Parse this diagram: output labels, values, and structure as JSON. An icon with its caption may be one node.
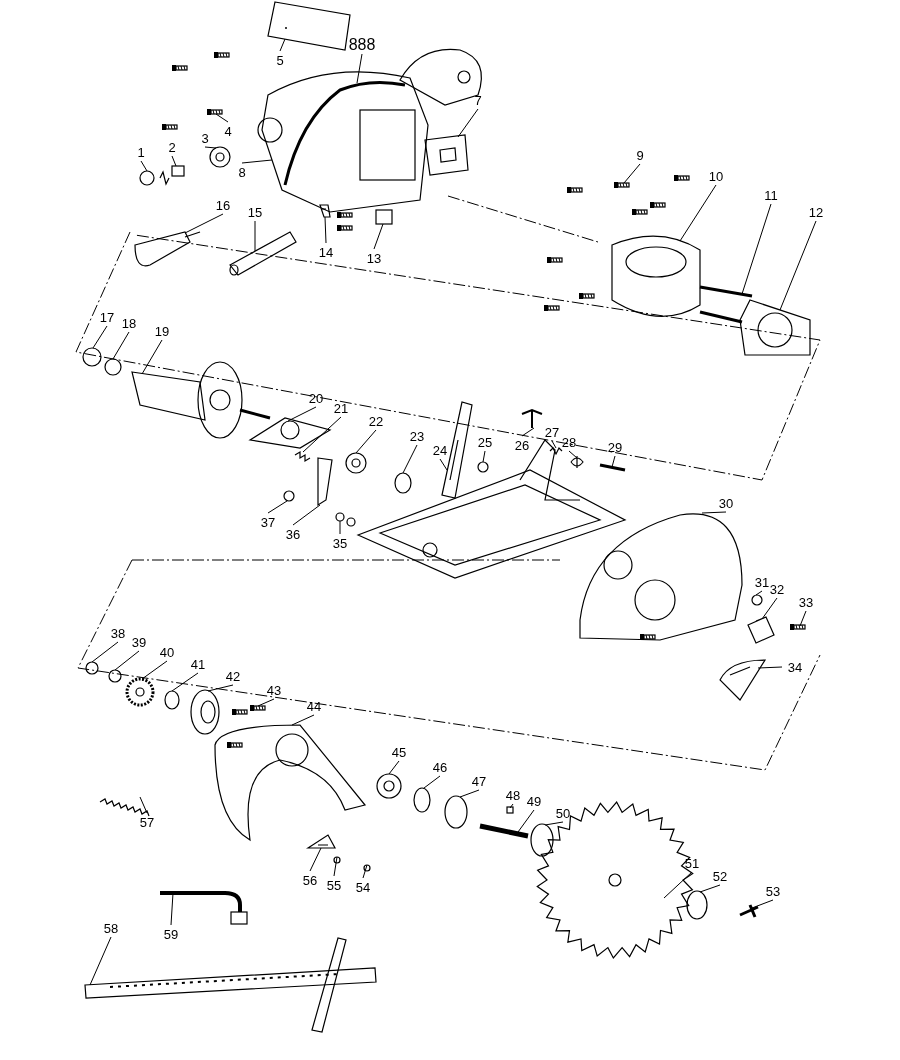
{
  "diagram": {
    "nodes": [
      {
        "text": [
          "1"
        ]
      },
      {
        "text": [
          "2"
        ]
      },
      {
        "text": [
          "3"
        ]
      },
      {
        "text": [
          "4"
        ]
      },
      {
        "text": [
          "5"
        ]
      },
      {
        "text": [
          "7"
        ]
      },
      {
        "text": [
          "8"
        ]
      },
      {
        "text": [
          "9"
        ]
      },
      {
        "text": [
          "10"
        ]
      },
      {
        "text": [
          "11"
        ]
      },
      {
        "text": [
          "12"
        ]
      },
      {
        "text": [
          "13"
        ]
      },
      {
        "text": [
          "14"
        ]
      },
      {
        "text": [
          "15"
        ]
      },
      {
        "text": [
          "16"
        ]
      },
      {
        "text": [
          "17"
        ]
      },
      {
        "text": [
          "18"
        ]
      },
      {
        "text": [
          "19"
        ]
      },
      {
        "text": [
          "20"
        ]
      },
      {
        "text": [
          "21"
        ]
      },
      {
        "text": [
          "22"
        ]
      },
      {
        "text": [
          "23"
        ]
      },
      {
        "text": [
          "24"
        ]
      },
      {
        "text": [
          "25"
        ]
      },
      {
        "text": [
          "26"
        ]
      },
      {
        "text": [
          "27"
        ]
      },
      {
        "text": [
          "28"
        ]
      },
      {
        "text": [
          "29"
        ]
      },
      {
        "text": [
          "30"
        ]
      },
      {
        "text": [
          "31"
        ]
      },
      {
        "text": [
          "32"
        ]
      },
      {
        "text": [
          "33"
        ]
      },
      {
        "text": [
          "34"
        ]
      },
      {
        "text": [
          "35"
        ]
      },
      {
        "text": [
          "36"
        ]
      },
      {
        "text": [
          "37"
        ]
      },
      {
        "text": [
          "38"
        ]
      },
      {
        "text": [
          "39"
        ]
      },
      {
        "text": [
          "40"
        ]
      },
      {
        "text": [
          "41"
        ]
      },
      {
        "text": [
          "42"
        ]
      },
      {
        "text": [
          "43"
        ]
      },
      {
        "text": [
          "44"
        ]
      },
      {
        "text": [
          "45"
        ]
      },
      {
        "text": [
          "46"
        ]
      },
      {
        "text": [
          "47"
        ]
      },
      {
        "text": [
          "48"
        ]
      },
      {
        "text": [
          "49"
        ]
      },
      {
        "text": [
          "50"
        ]
      },
      {
        "text": [
          "51"
        ]
      },
      {
        "text": [
          "52"
        ]
      },
      {
        "text": [
          "53"
        ]
      },
      {
        "text": [
          "54"
        ]
      },
      {
        "text": [
          "55"
        ]
      },
      {
        "text": [
          "56"
        ]
      },
      {
        "text": [
          "57"
        ]
      },
      {
        "text": [
          "58"
        ]
      },
      {
        "text": [
          "59"
        ]
      },
      {
        "text": [
          "888"
        ]
      },
      {
        "text": [],
        "shape": "circle"
      },
      {
        "text": [],
        "shape": "picture"
      },
      {
        "text": [],
        "shape": "picture"
      },
      {
        "text": [],
        "shape": "picture"
      },
      {
        "text": [],
        "shape": "picture"
      },
      {
        "text": [],
        "shape": "picture"
      },
      {
        "text": [],
        "shape": "picture"
      },
      {
        "text": [],
        "shape": "picture"
      },
      {
        "text": [],
        "shape": "picture"
      },
      {
        "text": [],
        "shape": "picture"
      },
      {
        "text": [],
        "shape": "picture"
      },
      {
        "text": [],
        "shape": "box"
      },
      {
        "text": [],
        "shape": "picture"
      },
      {
        "text": [],
        "shape": "picture"
      },
      {
        "text": [],
        "shape": "picture"
      },
      {
        "text": [],
        "shape": "circle"
      },
      {
        "text": [],
        "shape": "circle"
      },
      {
        "text": [],
        "shape": "picture"
      },
      {
        "text": [],
        "shape": "picture"
      },
      {
        "text": [],
        "shape": "picture"
      },
      {
        "text": [],
        "shape": "picture"
      },
      {
        "text": [],
        "shape": "circle"
      },
      {
        "text": [],
        "shape": "picture"
      },
      {
        "text": [],
        "shape": "circle"
      },
      {
        "text": [],
        "shape": "picture"
      },
      {
        "text": [],
        "shape": "picture"
      },
      {
        "text": [],
        "shape": "picture"
      },
      {
        "text": [],
        "shape": "picture"
      },
      {
        "text": [],
        "shape": "picture"
      },
      {
        "text": [],
        "shape": "circle"
      },
      {
        "text": [],
        "shape": "picture"
      },
      {
        "text": [],
        "shape": "picture"
      },
      {
        "text": [],
        "shape": "picture"
      },
      {
        "text": [],
        "shape": "picture"
      },
      {
        "text": [],
        "shape": "picture"
      },
      {
        "text": [],
        "shape": "circle"
      },
      {
        "text": [],
        "shape": "circle"
      },
      {
        "text": [],
        "shape": "circle"
      },
      {
        "text": [],
        "shape": "picture"
      },
      {
        "text": [],
        "shape": "circle"
      },
      {
        "text": [],
        "shape": "picture"
      },
      {
        "text": [],
        "shape": "picture"
      },
      {
        "text": [],
        "shape": "picture"
      },
      {
        "text": [],
        "shape": "picture"
      },
      {
        "text": [],
        "shape": "circle"
      },
      {
        "text": [],
        "shape": "circle"
      },
      {
        "text": [],
        "shape": "box"
      },
      {
        "text": [],
        "shape": "picture"
      },
      {
        "text": [],
        "shape": "circle"
      },
      {
        "text": [],
        "shape": "picture"
      },
      {
        "text": [],
        "shape": "circle"
      },
      {
        "text": [],
        "shape": "picture"
      },
      {
        "text": [],
        "shape": "circle"
      },
      {
        "text": [],
        "shape": "circle"
      },
      {
        "text": [],
        "shape": "picture"
      },
      {
        "text": [],
        "shape": "picture"
      },
      {
        "text": [],
        "shape": "picture"
      },
      {
        "text": [],
        "shape": "picture"
      }
    ],
    "edges": [
      {
        "from": 0,
        "to": 59,
        "arrow": "none"
      },
      {
        "from": 1,
        "to": 60,
        "arrow": "none"
      },
      {
        "from": 2,
        "to": 61,
        "arrow": "none"
      },
      {
        "from": 3,
        "to": 62,
        "arrow": "none"
      },
      {
        "from": 4,
        "to": 63,
        "arrow": "none"
      },
      {
        "from": 5,
        "to": 64,
        "arrow": "none"
      },
      {
        "from": 6,
        "to": 65,
        "arrow": "none"
      },
      {
        "from": 7,
        "to": 66,
        "arrow": "none"
      },
      {
        "from": 8,
        "to": 67,
        "arrow": "none"
      },
      {
        "from": 9,
        "to": 68,
        "arrow": "none"
      },
      {
        "from": 10,
        "to": 69,
        "arrow": "none"
      },
      {
        "from": 11,
        "to": 70,
        "arrow": "none"
      },
      {
        "from": 12,
        "to": 71,
        "arrow": "none"
      },
      {
        "from": 13,
        "to": 72,
        "arrow": "none"
      },
      {
        "from": 14,
        "to": 73,
        "arrow": "none"
      },
      {
        "from": 15,
        "to": 74,
        "arrow": "none"
      },
      {
        "from": 16,
        "to": 75,
        "arrow": "none"
      },
      {
        "from": 17,
        "to": 76,
        "arrow": "none"
      },
      {
        "from": 18,
        "to": 77,
        "arrow": "none"
      },
      {
        "from": 19,
        "to": 78,
        "arrow": "none"
      },
      {
        "from": 20,
        "to": 79,
        "arrow": "none"
      },
      {
        "from": 21,
        "to": 80,
        "arrow": "none"
      },
      {
        "from": 22,
        "to": 81,
        "arrow": "none"
      },
      {
        "from": 23,
        "to": 82,
        "arrow": "none"
      },
      {
        "from": 24,
        "to": 83,
        "arrow": "none"
      },
      {
        "from": 25,
        "to": 84,
        "arrow": "none"
      },
      {
        "from": 26,
        "to": 85,
        "arrow": "none"
      },
      {
        "from": 27,
        "to": 86,
        "arrow": "none"
      },
      {
        "from": 28,
        "to": 87,
        "arrow": "none"
      },
      {
        "from": 29,
        "to": 88,
        "arrow": "none"
      },
      {
        "from": 30,
        "to": 89,
        "arrow": "none"
      },
      {
        "from": 31,
        "to": 90,
        "arrow": "none"
      },
      {
        "from": 32,
        "to": 91,
        "arrow": "none"
      },
      {
        "from": 33,
        "to": 92,
        "arrow": "none"
      },
      {
        "from": 34,
        "to": 93,
        "arrow": "none"
      },
      {
        "from": 35,
        "to": 94,
        "arrow": "none"
      },
      {
        "from": 36,
        "to": 95,
        "arrow": "none"
      },
      {
        "from": 37,
        "to": 96,
        "arrow": "none"
      },
      {
        "from": 38,
        "to": 97,
        "arrow": "none"
      },
      {
        "from": 39,
        "to": 98,
        "arrow": "none"
      },
      {
        "from": 40,
        "to": 99,
        "arrow": "none"
      },
      {
        "from": 41,
        "to": 100,
        "arrow": "none"
      },
      {
        "from": 42,
        "to": 101,
        "arrow": "none"
      },
      {
        "from": 43,
        "to": 102,
        "arrow": "none"
      },
      {
        "from": 44,
        "to": 103,
        "arrow": "none"
      },
      {
        "from": 45,
        "to": 104,
        "arrow": "none"
      },
      {
        "from": 46,
        "to": 105,
        "arrow": "none"
      },
      {
        "from": 47,
        "to": 106,
        "arrow": "none"
      },
      {
        "from": 48,
        "to": 107,
        "arrow": "none"
      },
      {
        "from": 49,
        "to": 108,
        "arrow": "none"
      },
      {
        "from": 50,
        "to": 109,
        "arrow": "none"
      },
      {
        "from": 51,
        "to": 110,
        "arrow": "none"
      },
      {
        "from": 52,
        "to": 111,
        "arrow": "none"
      },
      {
        "from": 53,
        "to": 112,
        "arrow": "none"
      },
      {
        "from": 54,
        "to": 113,
        "arrow": "none"
      },
      {
        "from": 55,
        "to": 114,
        "arrow": "none"
      },
      {
        "from": 56,
        "to": 115,
        "arrow": "none"
      },
      {
        "from": 57,
        "to": 116,
        "arrow": "none"
      },
      {
        "from": 58,
        "to": 65,
        "arrow": "none"
      }
    ]
  }
}
